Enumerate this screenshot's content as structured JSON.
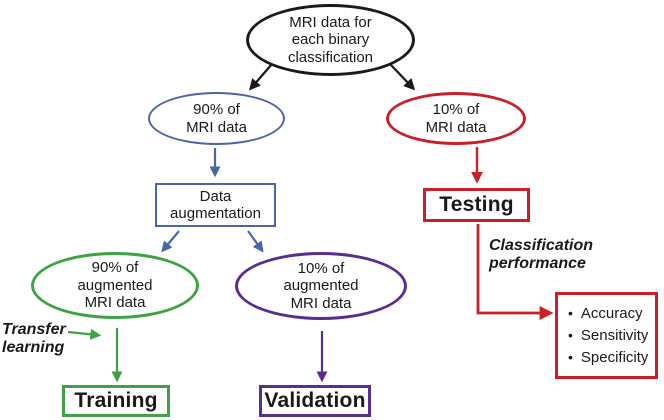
{
  "figure": {
    "description": "Flowchart of MRI data split for binary classification with data augmentation, training, validation and testing"
  },
  "colors": {
    "ink": "#1a1a1a",
    "blue": "#4b66a6",
    "red": "#c9202a",
    "green": "#3fa245",
    "purple": "#5a2d90"
  },
  "nodes": {
    "root": {
      "lines": [
        "MRI data for",
        "each binary",
        "classification"
      ]
    },
    "train_split": {
      "lines": [
        "90% of",
        "MRI data"
      ]
    },
    "test_split": {
      "lines": [
        "10% of",
        "MRI data"
      ]
    },
    "data_augmentation": {
      "lines": [
        "Data",
        "augmentation"
      ]
    },
    "testing": {
      "label": "Testing"
    },
    "aug_train": {
      "lines": [
        "90% of",
        "augmented",
        "MRI data"
      ]
    },
    "aug_val": {
      "lines": [
        "10% of",
        "augmented",
        "MRI data"
      ]
    },
    "training": {
      "label": "Training"
    },
    "validation": {
      "label": "Validation"
    },
    "results": {
      "bullet": "•",
      "items": [
        "Accuracy",
        "Sensitivity",
        "Specificity"
      ]
    }
  },
  "annotations": {
    "transfer_learning": {
      "lines": [
        "Transfer",
        "learning"
      ]
    },
    "classification_performance": {
      "lines": [
        "Classification",
        "performance"
      ]
    }
  }
}
